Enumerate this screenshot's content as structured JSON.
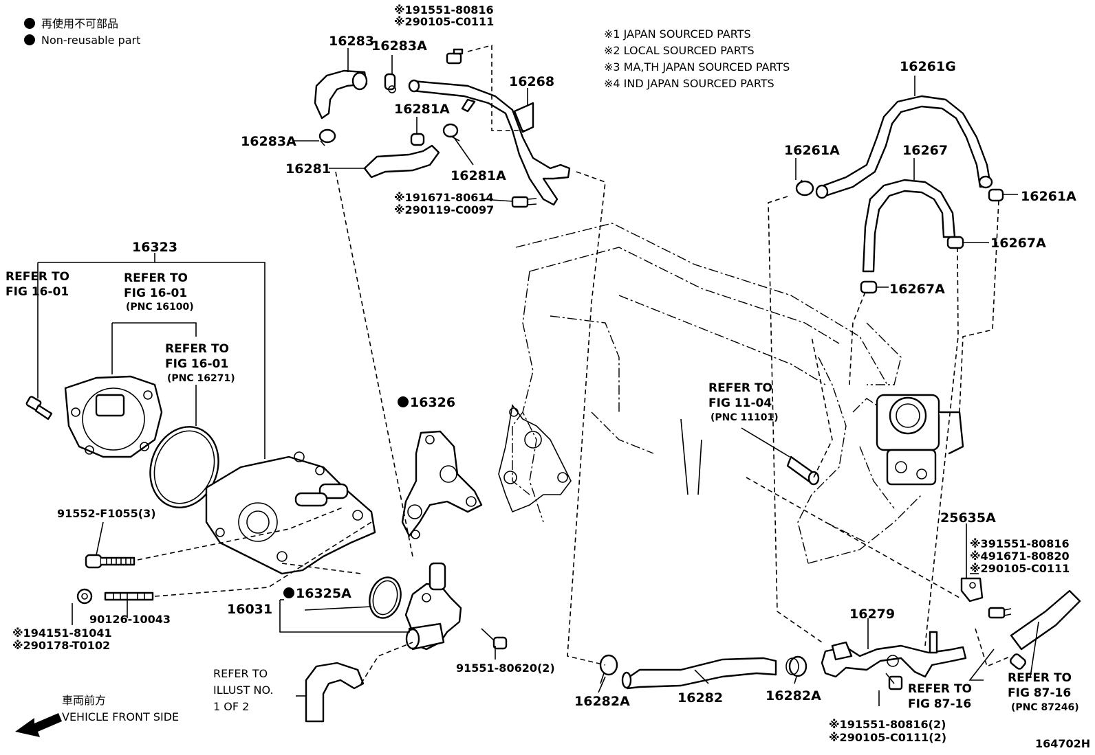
{
  "legend": {
    "bullet_jp": "再使用不可部品",
    "bullet_en": "Non-reusable part"
  },
  "notes": [
    "※1 JAPAN SOURCED PARTS",
    "※2 LOCAL SOURCED PARTS",
    "※3 MA,TH JAPAN SOURCED PARTS",
    "※4 IND JAPAN SOURCED PARTS"
  ],
  "parts": {
    "p16283": "16283",
    "p16283A_top": "16283A",
    "p16283A_left": "16283A",
    "p16268": "16268",
    "p16281A_top": "16281A",
    "p16281A_bot": "16281A",
    "p16281": "16281",
    "p16323": "16323",
    "p16326": "16326",
    "p16325A": "16325A",
    "p16031": "16031",
    "p16261G": "16261G",
    "p16261A_left": "16261A",
    "p16261A_right": "16261A",
    "p16267": "16267",
    "p16267A_right": "16267A",
    "p16267A_mid": "16267A",
    "p25635A": "25635A",
    "p16279": "16279",
    "p16282A_left": "16282A",
    "p16282": "16282",
    "p16282A_right": "16282A",
    "p91552": "91552-F1055(3)",
    "p90126": "90126-10043",
    "p91551_bot": "91551-80620(2)"
  },
  "codes": {
    "bolt_top_1": "※191551-80816",
    "bolt_top_2": "※290105-C0111",
    "bolt_mid_1": "※191671-80614",
    "bolt_mid_2": "※290119-C0097",
    "nut_1": "※194151-81041",
    "nut_2": "※290178-T0102",
    "br_1": "※391551-80816",
    "br_2": "※491671-80820",
    "br_3": "※290105-C0111",
    "bot_1": "※191551-80816(2)",
    "bot_2": "※290105-C0111(2)"
  },
  "refs": {
    "r1_a": "REFER TO",
    "r1_b": "FIG 16-01",
    "r2_a": "REFER TO",
    "r2_b": "FIG 16-01",
    "r2_c": "(PNC 16100)",
    "r3_a": "REFER TO",
    "r3_b": "FIG 16-01",
    "r3_c": "(PNC 16271)",
    "r4_a": "REFER TO",
    "r4_b": "FIG 11-04",
    "r4_c": "(PNC 11101)",
    "r5_a": "REFER TO",
    "r5_b": "FIG 87-16",
    "r6_a": "REFER TO",
    "r6_b": "FIG 87-16",
    "r6_c": "(PNC 87246)",
    "r7_a": "REFER TO",
    "r7_b": "ILLUST NO.",
    "r7_c": "1 OF 2"
  },
  "front": {
    "jp": "車両前方",
    "en": "VEHICLE FRONT SIDE"
  },
  "figure_id": "164702H"
}
